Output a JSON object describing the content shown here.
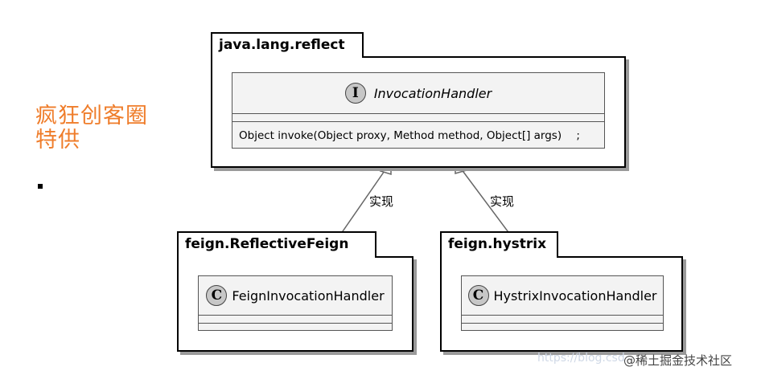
{
  "brand": {
    "line1": "疯狂创客圈",
    "line2": "特供"
  },
  "packages": {
    "reflect": {
      "name": "java.lang.reflect"
    },
    "feign": {
      "name": "feign.ReflectiveFeign"
    },
    "hystrix": {
      "name": "feign.hystrix"
    }
  },
  "classes": {
    "invocation_handler": {
      "stereotype": "I",
      "name": "InvocationHandler",
      "method": "Object invoke(Object proxy, Method method, Object[] args)",
      "method_suffix": ";"
    },
    "feign_handler": {
      "stereotype": "C",
      "name": "FeignInvocationHandler"
    },
    "hystrix_handler": {
      "stereotype": "C",
      "name": "HystrixInvocationHandler"
    }
  },
  "relations": {
    "left_label": "实现",
    "right_label": "实现"
  },
  "watermark": {
    "url": "https://blog.csd",
    "credit": "@稀土掘金技术社区"
  }
}
